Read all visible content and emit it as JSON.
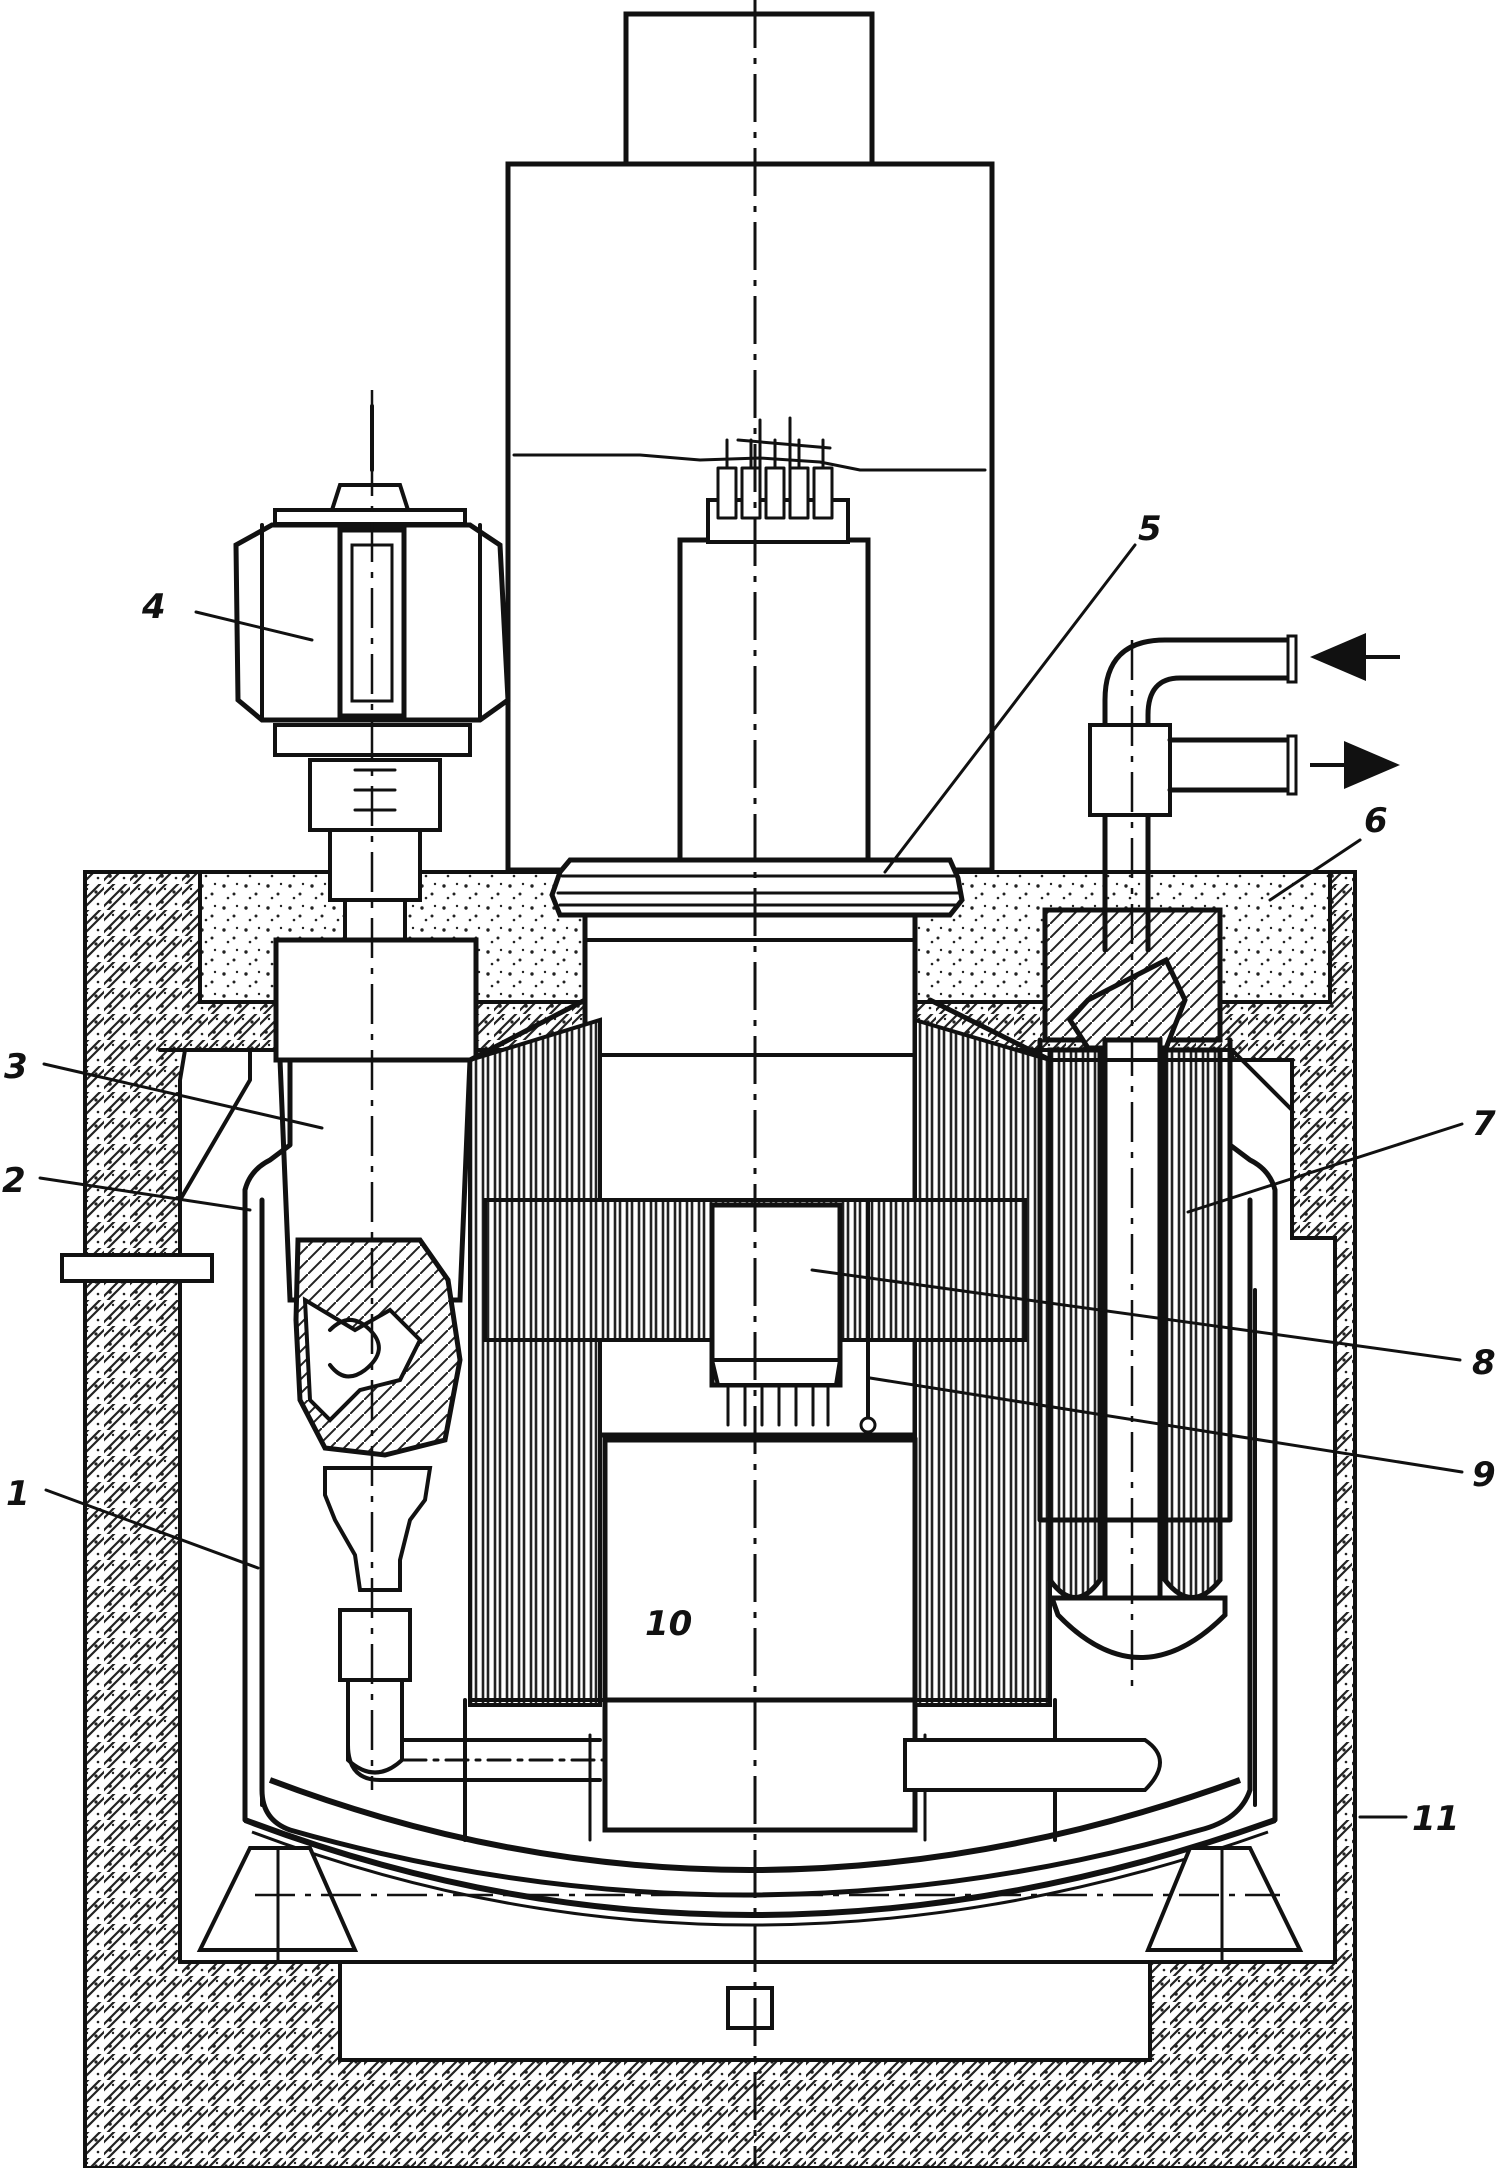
{
  "diagram": {
    "callouts": [
      {
        "id": "1",
        "label": "1"
      },
      {
        "id": "2",
        "label": "2"
      },
      {
        "id": "3",
        "label": "3"
      },
      {
        "id": "4",
        "label": "4"
      },
      {
        "id": "5",
        "label": "5"
      },
      {
        "id": "6",
        "label": "6"
      },
      {
        "id": "7",
        "label": "7"
      },
      {
        "id": "8",
        "label": "8"
      },
      {
        "id": "9",
        "label": "9"
      },
      {
        "id": "10",
        "label": "10"
      },
      {
        "id": "11",
        "label": "11"
      }
    ],
    "flow_arrows": [
      {
        "id": "coolant-in",
        "direction": "left"
      },
      {
        "id": "coolant-out",
        "direction": "right"
      }
    ],
    "colors": {
      "ink": "#111111",
      "paper": "#ffffff"
    }
  }
}
